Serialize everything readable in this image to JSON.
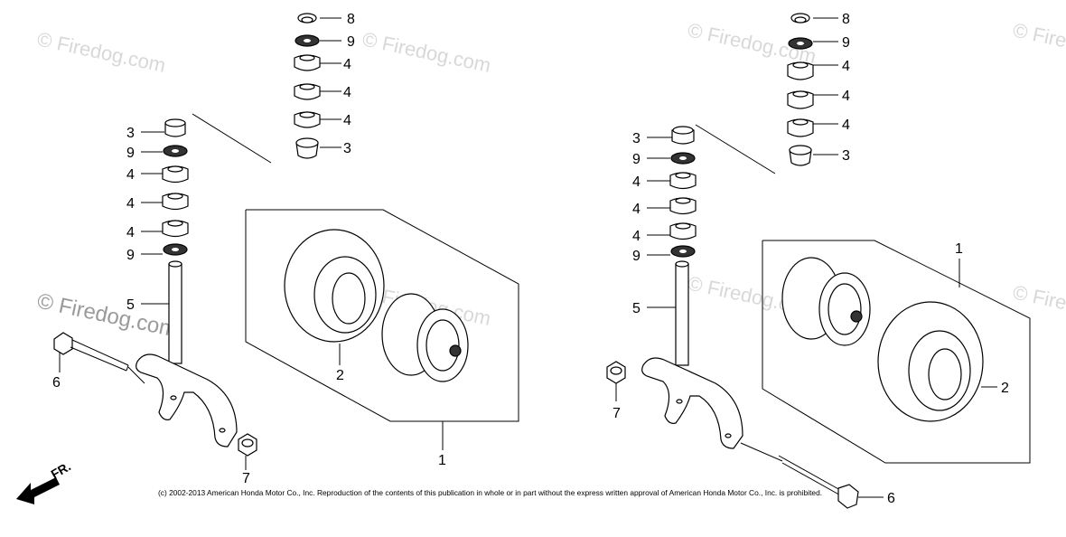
{
  "watermark": {
    "text": "© Firedog.com"
  },
  "copyright": "(c) 2002-2013 American Honda Motor Co., Inc. Reproduction of the contents of this publication in whole or in part without the express written approval of American Honda Motor Co., Inc. is prohibited.",
  "direction_label": "FR.",
  "left_assembly": {
    "stack_labels": [
      "8",
      "9",
      "4",
      "4",
      "4",
      "3"
    ],
    "spindle_labels": [
      "3",
      "9",
      "4",
      "4",
      "4",
      "9"
    ],
    "spindle": "5",
    "bolt": "6",
    "nut": "7",
    "tire": "2",
    "wheel_assembly": "1"
  },
  "right_assembly": {
    "stack_labels": [
      "8",
      "9",
      "4",
      "4",
      "4",
      "3"
    ],
    "spindle_labels": [
      "3",
      "9",
      "4",
      "4",
      "4",
      "9"
    ],
    "spindle": "5",
    "nut": "7",
    "bolt": "6",
    "tire": "2",
    "wheel_assembly": "1"
  }
}
